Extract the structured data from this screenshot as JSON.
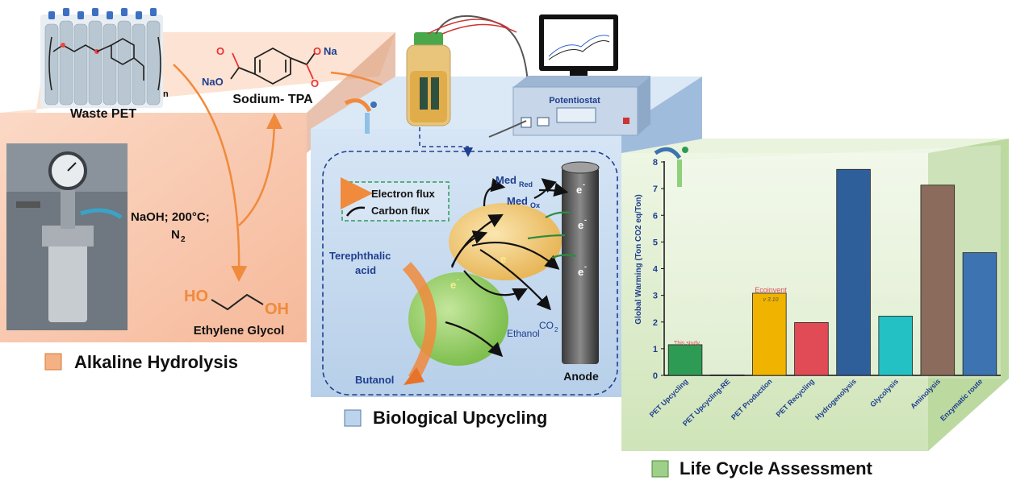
{
  "alkaline": {
    "waste_pet": "Waste PET",
    "n_sub": "n",
    "reagent_line1": "NaOH; 200°C;",
    "reagent_line2": "N",
    "reagent_sub": "2",
    "oh": "OH",
    "ho": "HO",
    "ethylene_glycol": "Ethylene Glycol",
    "na": "Na",
    "na_o": "NaO",
    "o": "O",
    "sodium_tpa": "Sodium- TPA",
    "section_label": "Alkaline Hydrolysis"
  },
  "bio": {
    "potentiostat": "Potentiostat",
    "legend_electron": "Electron flux",
    "legend_carbon": "Carbon flux",
    "med": "Med",
    "red_sub": "Red",
    "ox_sub": "Ox",
    "electron": "e",
    "electron_sup": "-",
    "terephthalic": "Terephthalic",
    "acid": "acid",
    "ethanol": "Ethanol",
    "co2": "CO",
    "co2_sub": "2",
    "butanol": "Butanol",
    "anode": "Anode",
    "section_label": "Biological Upcycling"
  },
  "lca": {
    "section_label": "Life Cycle Assessment",
    "ecoinvent": "Ecoinvent",
    "ecoinvent_ver": "v 3.10",
    "this_study": "This study"
  },
  "colors": {
    "orange": "#f08a3c",
    "navy": "#1f3f8f",
    "peach": "#fbd7c0",
    "light_blue": "#cfe0f2",
    "light_green": "#e6f2d8"
  },
  "chart_data": {
    "type": "bar",
    "ylabel": "Global Warming (Ton CO2 eq/Ton)",
    "ylim": [
      0,
      8
    ],
    "yticks": [
      "0",
      "1",
      "2",
      "3",
      "4",
      "5",
      "6",
      "7",
      "8"
    ],
    "categories": [
      "PET Upcycling",
      "PET Upcycling-RE",
      "PET Production",
      "PET Recycling",
      "Hydrogenolysis",
      "Glycolysis",
      "Aminolysis",
      "Enzymatic route"
    ],
    "values": [
      1.15,
      0.02,
      3.08,
      1.98,
      7.72,
      2.22,
      7.13,
      4.6
    ],
    "colors": [
      "#2e9b55",
      "#2f4f5f",
      "#f0b400",
      "#e04b55",
      "#2e5f9a",
      "#23c1c4",
      "#8a6b5c",
      "#3d73b0"
    ],
    "grid": false
  }
}
